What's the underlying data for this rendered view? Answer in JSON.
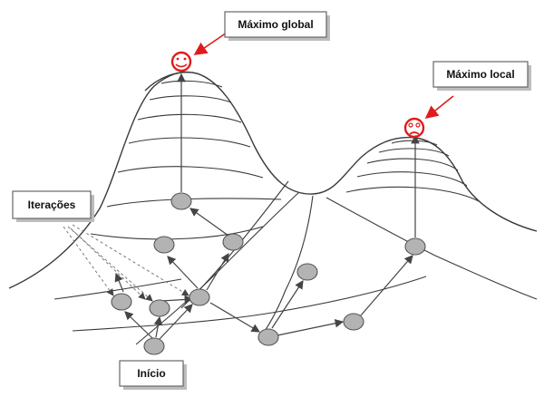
{
  "labels": {
    "global_max": "Máximo global",
    "local_max": "Máximo local",
    "iterations": "Iterações",
    "start": "Início"
  },
  "colors": {
    "highlight": "#e01b1b",
    "node_fill": "#b3b3b3",
    "line": "#3a3a3a"
  },
  "icons": {
    "global_max_marker": "smiley-face-icon",
    "local_max_marker": "sad-face-icon"
  }
}
